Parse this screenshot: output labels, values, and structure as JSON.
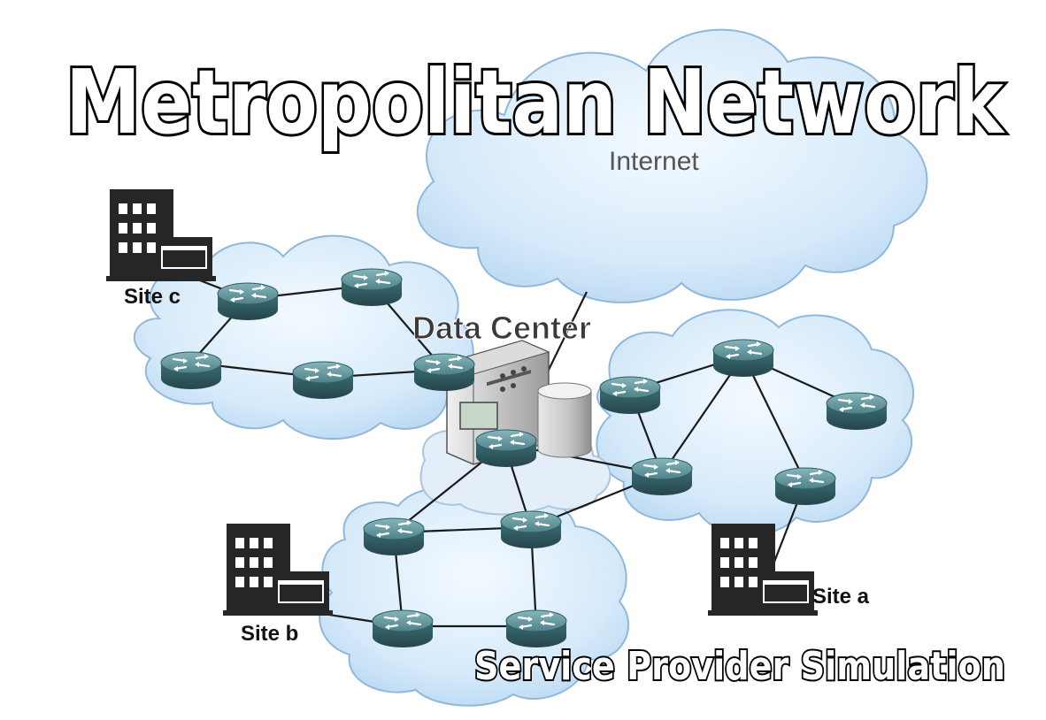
{
  "title": "Metropolitan Network",
  "subtitle": "Service Provider Simulation",
  "labels": {
    "internet": "Internet",
    "data_center": "Data Center",
    "site_a": "Site a",
    "site_b": "Site b",
    "site_c": "Site c"
  },
  "colors": {
    "cloud_fill": "#cfe6f8",
    "cloud_stroke": "#8fb8dc",
    "router_top": "#5a8f95",
    "router_side": "#2f5e66",
    "building": "#262626",
    "link": "#1a1a1a",
    "internet_text": "#555555"
  },
  "icons": {
    "router": "router-icon",
    "building": "building-icon",
    "server": "server-icon",
    "database": "database-icon"
  }
}
